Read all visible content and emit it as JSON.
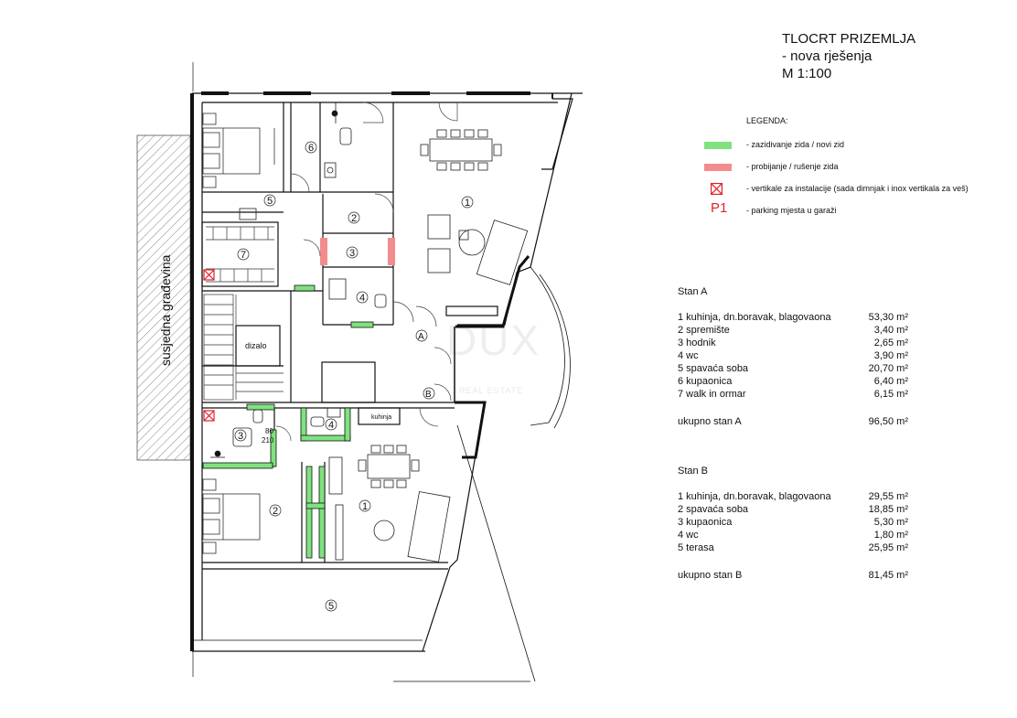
{
  "title": {
    "line1": "TLOCRT PRIZEMLJA",
    "line2": "- nova rješenja",
    "line3": "M 1:100"
  },
  "neighbor_label": "susjedna građevina",
  "legend": {
    "title": "LEGENDA:",
    "items": [
      {
        "symbol": "green-bar",
        "color": "#7fe27f",
        "label": "- zazidivanje zida / novi zid"
      },
      {
        "symbol": "red-bar",
        "color": "#f38c8c",
        "label": "- probijanje / rušenje zida"
      },
      {
        "symbol": "cross-box",
        "color": "#e0202a",
        "label": "- vertikale za instalacije (sada dimnjak i inox vertikala za veš)"
      },
      {
        "symbol": "P1",
        "color": "#e0202a",
        "label": "- parking mjesta u garaži"
      }
    ]
  },
  "stan_a": {
    "heading": "Stan A",
    "rows": [
      {
        "name": "1 kuhinja, dn.boravak, blagovaona",
        "area": "53,30 m²"
      },
      {
        "name": "2 spremište",
        "area": "3,40 m²"
      },
      {
        "name": "3 hodnik",
        "area": "2,65 m²"
      },
      {
        "name": "4 wc",
        "area": "3,90 m²"
      },
      {
        "name": "5 spavaća soba",
        "area": "20,70 m²"
      },
      {
        "name": "6 kupaonica",
        "area": "6,40 m²"
      },
      {
        "name": "7 walk in ormar",
        "area": "6,15 m²"
      }
    ],
    "total_label": "ukupno stan A",
    "total_value": "96,50 m²"
  },
  "stan_b": {
    "heading": "Stan B",
    "rows": [
      {
        "name": "1 kuhinja, dn.boravak, blagovaona",
        "area": "29,55 m²"
      },
      {
        "name": "2 spavaća soba",
        "area": "18,85 m²"
      },
      {
        "name": "3 kupaonica",
        "area": "5,30 m²"
      },
      {
        "name": "4 wc",
        "area": "1,80 m²"
      },
      {
        "name": "5 terasa",
        "area": "25,95 m²"
      }
    ],
    "total_label": "ukupno stan B",
    "total_value": "81,45 m²"
  },
  "plan": {
    "room_numbers_a": [
      "1",
      "2",
      "3",
      "4",
      "5",
      "6",
      "7"
    ],
    "room_numbers_b": [
      "1",
      "2",
      "3",
      "4",
      "5"
    ],
    "label_dizalo": "dizalo",
    "label_kuhinja": "kuhinja",
    "label_entrance_a": "A",
    "label_entrance_b": "B",
    "label_door_w": "80",
    "label_door_h": "210",
    "watermark": "DUX",
    "watermark_sub": "REAL ESTATE"
  }
}
